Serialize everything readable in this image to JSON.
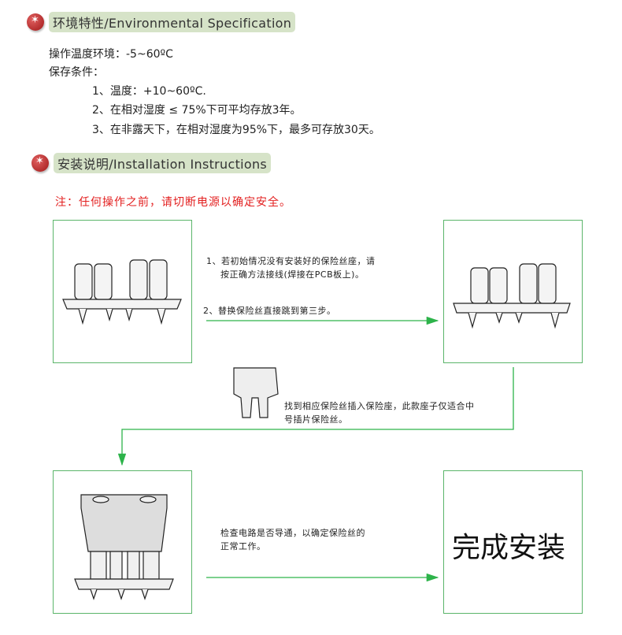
{
  "env": {
    "title": "环境特性/Environmental Specification",
    "op_temp": "操作温度环境：-5~60ºC",
    "storage": "保存条件：",
    "items": [
      "1、温度：+10~60ºC.",
      "2、在相对湿度 ≤ 75%下可平均存放3年。",
      "3、在非露天下，在相对湿度为95%下，最多可存放30天。"
    ]
  },
  "install": {
    "title": "安装说明/Installation Instructions",
    "note": "注：任何操作之前，请切断电源以确定安全。",
    "step1a": "1、若初始情况没有安装好的保险丝座，请",
    "step1b": "按正确方法接线(焊接在PCB板上)。",
    "step2": "2、替换保险丝直接跳到第三步。",
    "step3a": "找到相应保险丝插入保险座，此款座子仅适合中",
    "step3b": "号插片保险丝。",
    "step4a": "检查电路是否导通，以确定保险丝的",
    "step4b": "正常工作。",
    "done": "完成安装"
  },
  "colors": {
    "arrow": "#2db34a",
    "border": "#5bb56a",
    "note": "#e32020"
  }
}
